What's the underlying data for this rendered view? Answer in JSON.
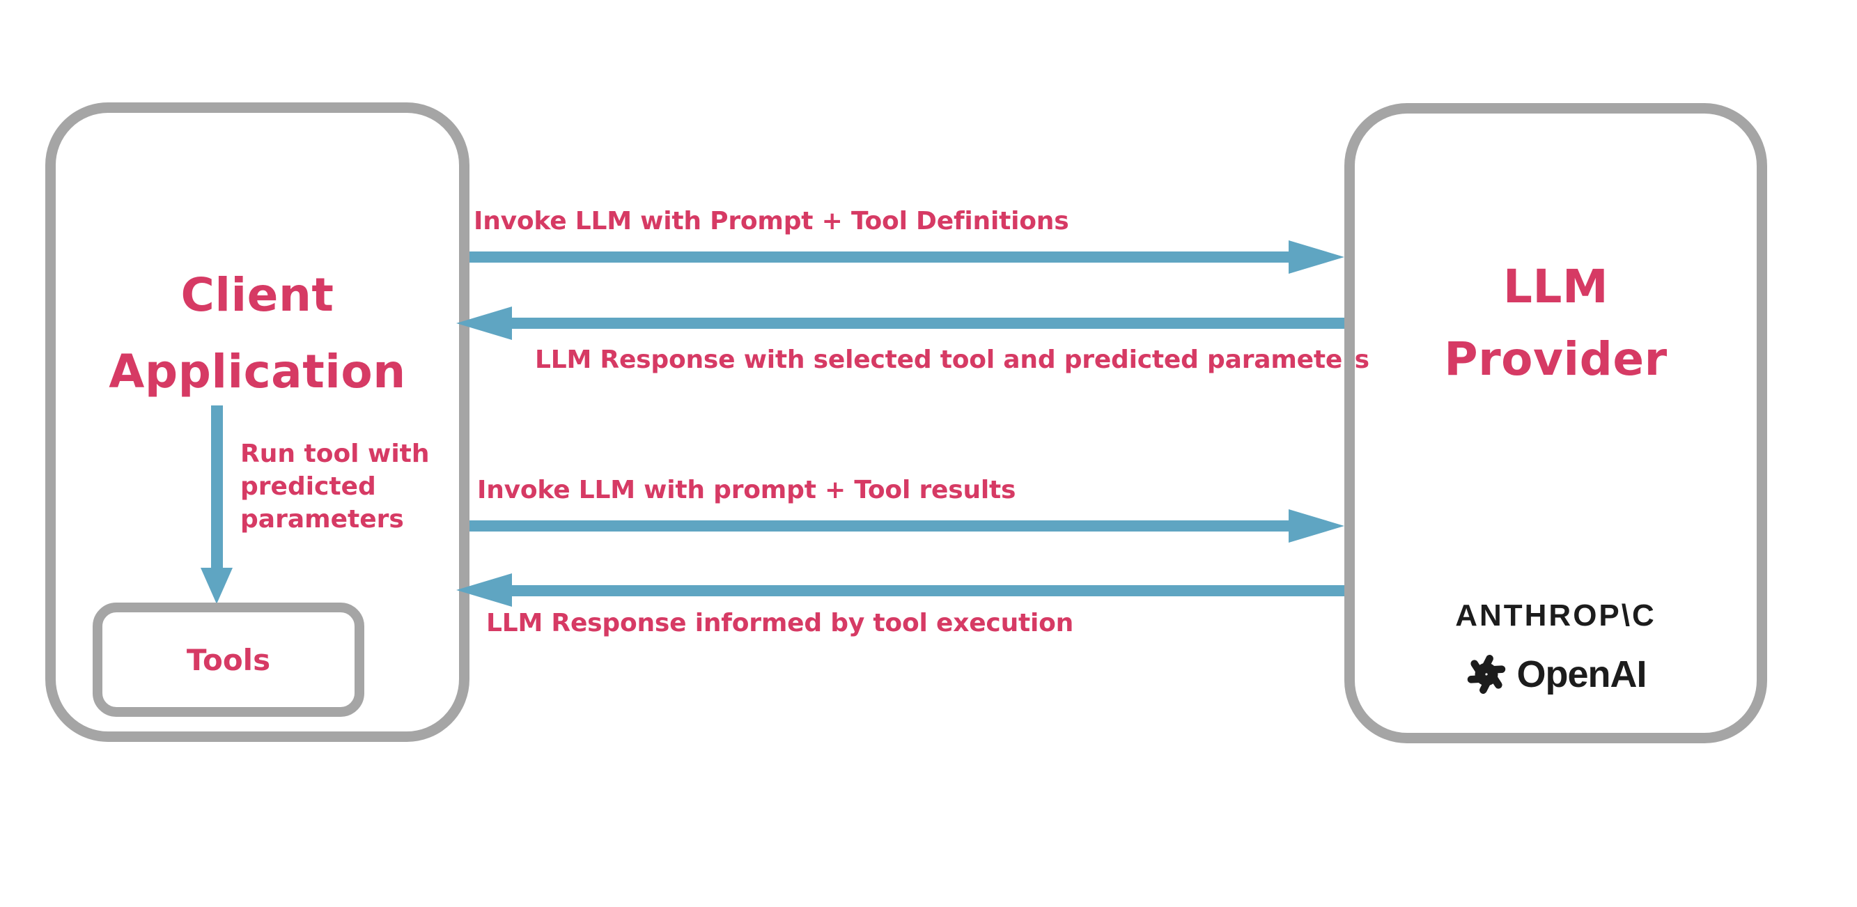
{
  "colors": {
    "accent_pink": "#d63a64",
    "arrow_blue": "#5fa5c2",
    "border_gray": "#a5a5a5",
    "logo_dark": "#1c1c1c",
    "canvas_bg": "#ffffff"
  },
  "client_box": {
    "title_lines": [
      "Client",
      "Application"
    ],
    "tools_label": "Tools"
  },
  "llm_box": {
    "title_lines": [
      "LLM",
      "Provider"
    ],
    "anthropic_wordmark": "ANTHROP\\C",
    "openai_wordmark": "OpenAI"
  },
  "flows": {
    "request_1": "Invoke LLM with Prompt + Tool Definitions",
    "response_1": "LLM Response with selected tool and predicted parameters",
    "request_2": "Invoke LLM with prompt + Tool results",
    "response_2": "LLM Response informed by tool execution",
    "run_tool_lines": [
      "Run tool with",
      "predicted",
      "parameters"
    ]
  }
}
